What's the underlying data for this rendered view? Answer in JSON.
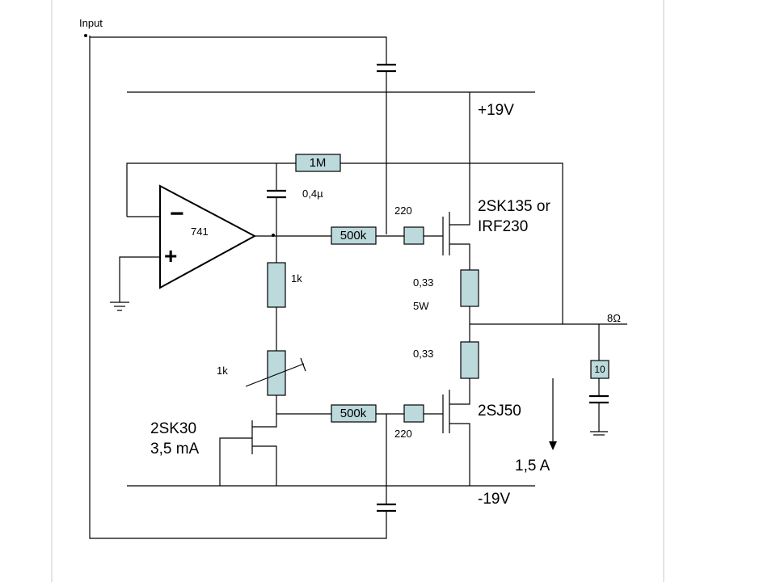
{
  "labels": {
    "input": "Input",
    "opamp": "741",
    "opamp_minus": "−",
    "opamp_plus": "+",
    "r_feedback": "1M",
    "c_feedback": "0,4µ",
    "r_500k_top": "500k",
    "r_500k_bottom": "500k",
    "r_1k_fixed": "1k",
    "r_1k_trim": "1k",
    "r_220_top": "220",
    "r_220_bottom": "220",
    "pos_supply": "+19V",
    "neg_supply": "-19V",
    "q_top_line1": "2SK135 or",
    "q_top_line2": "IRF230",
    "q_bottom": "2SJ50",
    "r_source_top_value": "0,33",
    "r_source_power": "5W",
    "r_source_bottom_value": "0,33",
    "load": "8Ω",
    "zobel_r": "10",
    "jfet_line1": "2SK30",
    "jfet_line2": "3,5 mA",
    "bias_current": "1,5 A"
  }
}
